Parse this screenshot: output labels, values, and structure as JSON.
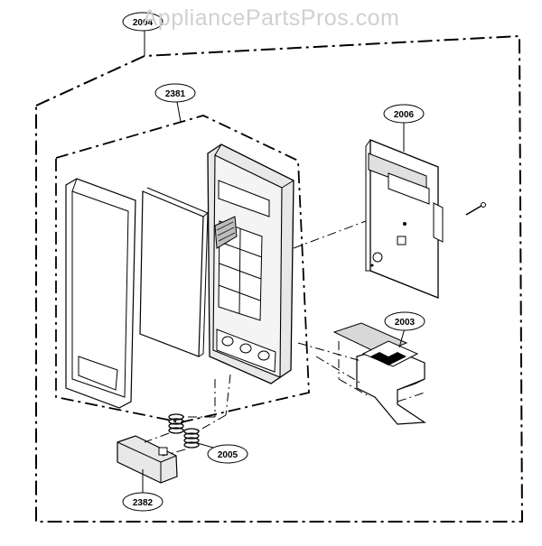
{
  "watermark": "AppliancePartsPros.com",
  "callouts": {
    "assembly": "2004",
    "frame": "2381",
    "pcb": "2006",
    "latch": "2003",
    "springs": "2005",
    "button": "2382"
  }
}
